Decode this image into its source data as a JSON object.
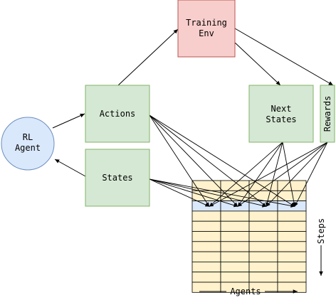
{
  "nodes": {
    "rl_agent": {
      "line1": "RL",
      "line2": "Agent"
    },
    "training_env": {
      "line1": "Training",
      "line2": "Env"
    },
    "actions": {
      "label": "Actions"
    },
    "states": {
      "label": "States"
    },
    "next_states": {
      "line1": "Next",
      "line2": "States"
    },
    "rewards": {
      "label": "Rewards"
    }
  },
  "buffer": {
    "cols": 4,
    "top_rows": 2,
    "highlight_rows": 1,
    "bottom_rows": 8,
    "steps_label": "Steps",
    "agents_label": "Agents"
  },
  "colors": {
    "agent_fill": "#dae8fc",
    "agent_stroke": "#6c8ebf",
    "env_fill": "#f8cecc",
    "env_stroke": "#b85450",
    "box_fill": "#d5e8d4",
    "box_stroke": "#82b366",
    "cell_fill": "#fff2cc",
    "highlight_fill": "#dae8fc",
    "line": "#000000"
  }
}
